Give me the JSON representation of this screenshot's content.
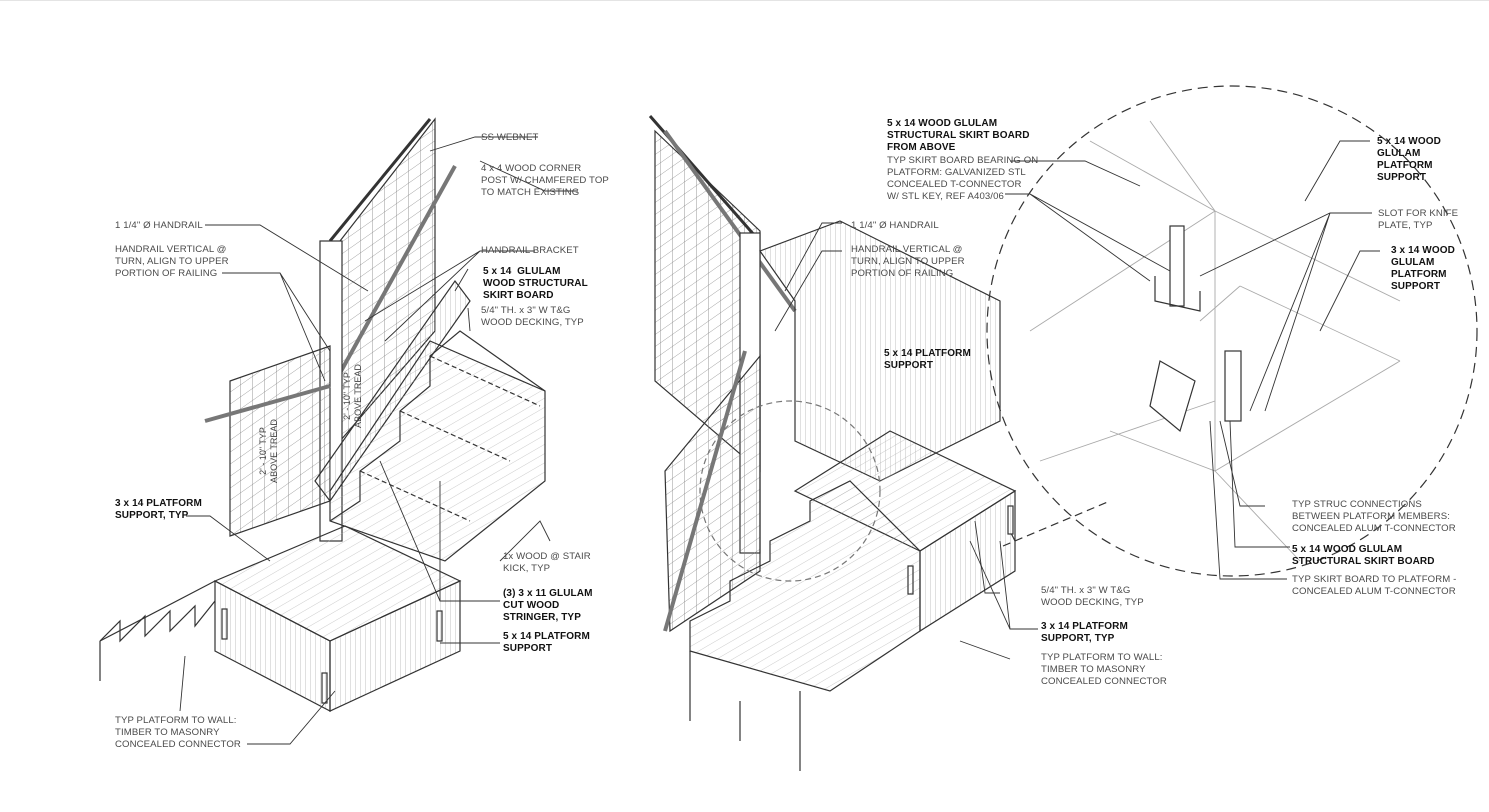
{
  "left_view": {
    "labels": {
      "ss_webnet": "SS WEBNET",
      "corner_post": "4 x 4 WOOD CORNER\nPOST W/ CHAMFERED TOP\nTO MATCH EXISTING",
      "handrail": "1 1/4\" Ø HANDRAIL",
      "handrail_vertical": "HANDRAIL VERTICAL @\nTURN, ALIGN TO UPPER\nPORTION OF RAILING",
      "handrail_bracket": "HANDRAIL BRACKET",
      "glulam_skirt": "5 x 14  GLULAM\nWOOD STRUCTURAL\nSKIRT BOARD",
      "decking": "5/4\" TH. x 3\" W T&G\nWOOD DECKING, TYP",
      "platform_support_3x14": "3 x 14 PLATFORM\nSUPPORT, TYP",
      "stair_kick": "1x WOOD @ STAIR\nKICK, TYP",
      "stringer": "(3) 3 x 11 GLULAM\nCUT WOOD\nSTRINGER, TYP",
      "platform_support_5x14": "5 x 14 PLATFORM\nSUPPORT",
      "platform_to_wall": "TYP PLATFORM TO WALL:\nTIMBER TO MASONRY\nCONCEALED CONNECTOR",
      "dim_1": "2' - 10\" TYP\nABOVE TREAD",
      "dim_2": "2' - 10\" TYP\nABOVE TREAD"
    }
  },
  "middle_view": {
    "labels": {
      "handrail": "1 1/4\" Ø HANDRAIL",
      "handrail_vertical": "HANDRAIL VERTICAL @\nTURN, ALIGN TO UPPER\nPORTION OF RAILING",
      "platform_support_5x14": "5 x 14 PLATFORM\nSUPPORT",
      "decking": "5/4\" TH. x 3\" W T&G\nWOOD DECKING, TYP",
      "platform_support_3x14": "3 x 14 PLATFORM\nSUPPORT, TYP",
      "platform_to_wall": "TYP PLATFORM TO WALL:\nTIMBER TO MASONRY\nCONCEALED CONNECTOR"
    }
  },
  "detail_view": {
    "labels": {
      "skirt_from_above": "5 x 14 WOOD GLULAM\nSTRUCTURAL SKIRT BOARD\nFROM ABOVE",
      "skirt_bearing": "TYP SKIRT BOARD BEARING ON\nPLATFORM: GALVANIZED STL\nCONCEALED T-CONNECTOR\nW/ STL KEY, REF A403/06",
      "glulam_platform_5x14": "5 x 14 WOOD\nGLULAM\nPLATFORM\nSUPPORT",
      "knife_slot": "SLOT FOR KNIFE\nPLATE, TYP",
      "glulam_platform_3x14": "3 x 14 WOOD\nGLULAM\nPLATFORM\nSUPPORT",
      "struc_connections": "TYP STRUC CONNECTIONS\nBETWEEN PLATFORM MEMBERS:\nCONCEALED ALUM T-CONNECTOR",
      "skirt_board": "5 x 14 WOOD GLULAM\nSTRUCTURAL SKIRT BOARD",
      "skirt_to_platform": "TYP SKIRT BOARD TO PLATFORM -\nCONCEALED ALUM T-CONNECTOR"
    }
  },
  "colors": {
    "line": "#333333",
    "light_line": "#9a9a9a",
    "text": "#4a4a4a",
    "bold_text": "#111111"
  }
}
